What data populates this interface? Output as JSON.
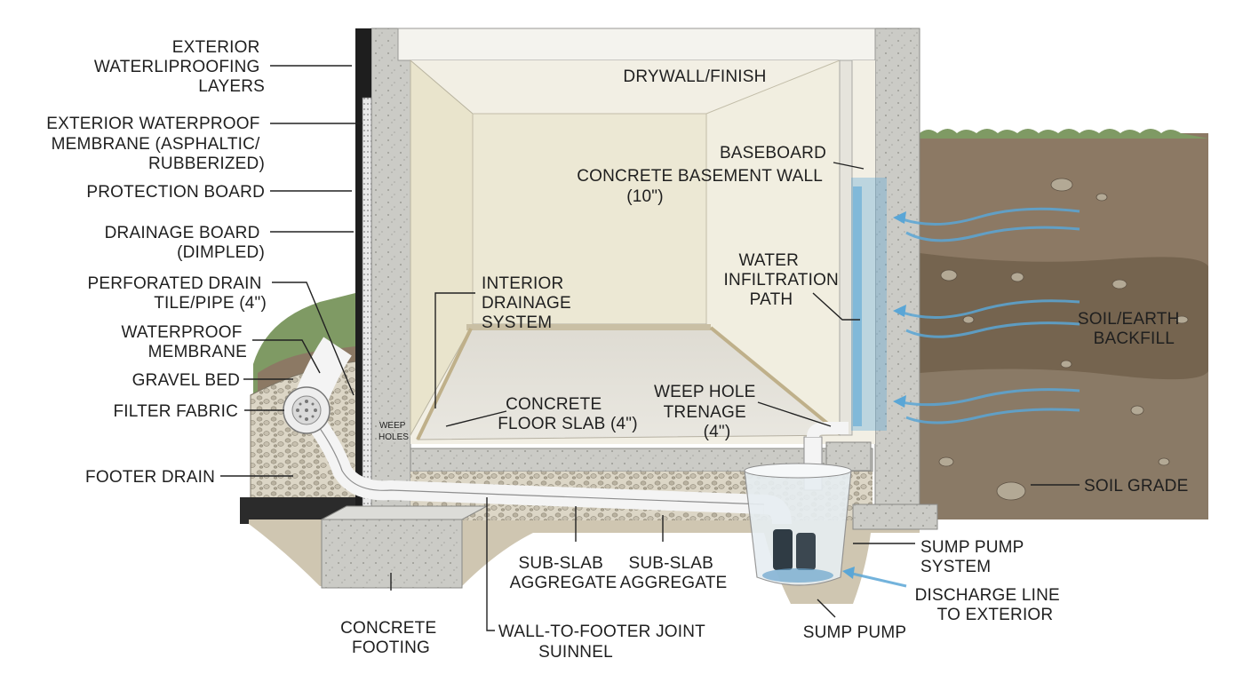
{
  "labels": {
    "exterior_layers": [
      "EXTERIOR",
      "WATERLIPROOFING",
      "LAYERS"
    ],
    "exterior_membrane": [
      "EXTERIOR WATERPROOF",
      "MEMBRANE (ASPHALTIC/",
      "RUBBERIZED)"
    ],
    "protection_board": [
      "PROTECTION BOARD"
    ],
    "drainage_board": [
      "DRAINAGE BOARD",
      "(DIMPLED)"
    ],
    "perforated_drain": [
      "PERFORATED DRAIN",
      "TILE/PIPE (4\")"
    ],
    "waterproof_membrane": [
      "WATERPROOF",
      "MEMBRANE"
    ],
    "gravel_bed": [
      "GRAVEL BED"
    ],
    "filter_fabric": [
      "FILTER FABRIC"
    ],
    "footer_drain": [
      "FOOTER DRAIN"
    ],
    "weep_holes": [
      "WEEP",
      "HOLES"
    ],
    "drywall": [
      "DRYWALL/FINISH"
    ],
    "baseboard": [
      "BASEBOARD"
    ],
    "concrete_wall": [
      "CONCRETE BASEMENT WALL",
      "(10\")"
    ],
    "interior_drainage": [
      "INTERIOR",
      "DRAINAGE",
      "SYSTEM"
    ],
    "water_path": [
      "WATER",
      "INFILTRATION",
      "PATH"
    ],
    "soil_backfill": [
      "SOIL/EARTH",
      "BACKFILL"
    ],
    "floor_slab": [
      "CONCRETE",
      "FLOOR SLAB (4\")"
    ],
    "weep_trenage": [
      "WEEP HOLE",
      "TRENAGE",
      "(4\")"
    ],
    "soil_grade": [
      "SOIL GRADE"
    ],
    "sub_slab_1": [
      "SUB-SLAB",
      "AGGREGATE"
    ],
    "sub_slab_2": [
      "SUB-SLAB",
      "AGGREGATE"
    ],
    "sump_system": [
      "SUMP PUMP",
      "SYSTEM"
    ],
    "discharge_line": [
      "DISCHARGE LINE",
      "TO EXTERIOR"
    ],
    "concrete_footing": [
      "CONCRETE",
      "FOOTING"
    ],
    "wall_joint": [
      "WALL-TO-FOOTER JOINT",
      "SUINNEL"
    ],
    "sump_pump": [
      "SUMP PUMP"
    ]
  },
  "colors": {
    "concrete": "#c9c9c5",
    "wall_finish": "#eeebdc",
    "soil_top": "#8c7964",
    "soil_mid": "#6e5e4c",
    "soil_low": "#8a7a66",
    "gravel": "#d8d2c2",
    "water": "#5aa6d6",
    "grass": "#7f9a64",
    "membrane": "#1e1e1e"
  }
}
